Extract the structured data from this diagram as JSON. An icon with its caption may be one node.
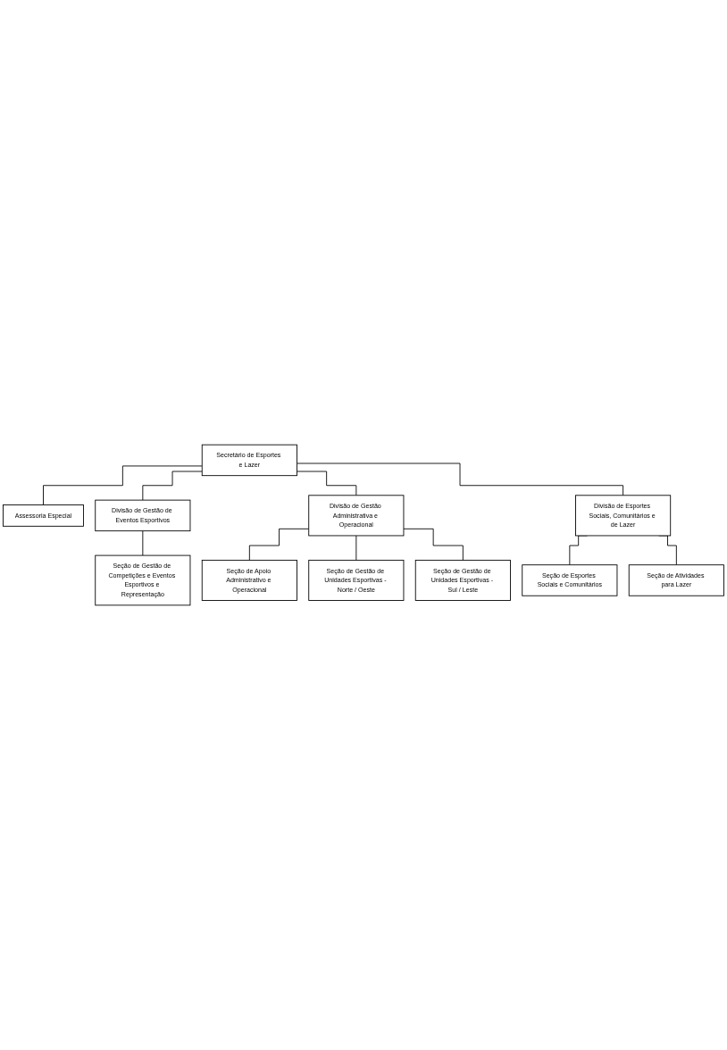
{
  "diagram": {
    "nodes": [
      {
        "text": [
          "Secretário de Esportes e Lazer"
        ]
      },
      {
        "text": [
          "Assessoria Especial"
        ]
      },
      {
        "text": [
          "Divisão de Gestão de Eventos Esportivos"
        ]
      },
      {
        "text": [
          "Divisão de Gestão Administrativa e Operacional"
        ]
      },
      {
        "text": [
          "Divisão de Esportes Sociais, Comunitários e de Lazer"
        ]
      },
      {
        "text": [
          "Seção de Gestão de Competições e Eventos Esportivos e Representação"
        ]
      },
      {
        "text": [
          "Seção de Apoio Administrativo e Operacional"
        ]
      },
      {
        "text": [
          "Seção de Esportes Sociais e Comunitários"
        ]
      },
      {
        "text": [
          "Seção de Gestão de Unidades Esportivas - Norte / Oeste"
        ]
      },
      {
        "text": [
          "Seção de Atividades para Lazer"
        ]
      },
      {
        "text": [
          "Seção de Gestão de Unidades Esportivas - Sul / Leste"
        ]
      }
    ],
    "edges": [
      {
        "from": 0,
        "to": 1,
        "arrow": "none"
      },
      {
        "from": 0,
        "to": 2,
        "arrow": "none"
      },
      {
        "from": 0,
        "to": 3,
        "arrow": "none"
      },
      {
        "from": 0,
        "to": 4,
        "arrow": "none"
      },
      {
        "from": 2,
        "to": 5,
        "arrow": "none"
      },
      {
        "from": 3,
        "to": 6,
        "arrow": "none"
      },
      {
        "from": 3,
        "to": 8,
        "arrow": "none"
      },
      {
        "from": 3,
        "to": 10,
        "arrow": "none"
      },
      {
        "from": 4,
        "to": 7,
        "arrow": "none"
      },
      {
        "from": 4,
        "to": 9,
        "arrow": "none"
      }
    ]
  }
}
